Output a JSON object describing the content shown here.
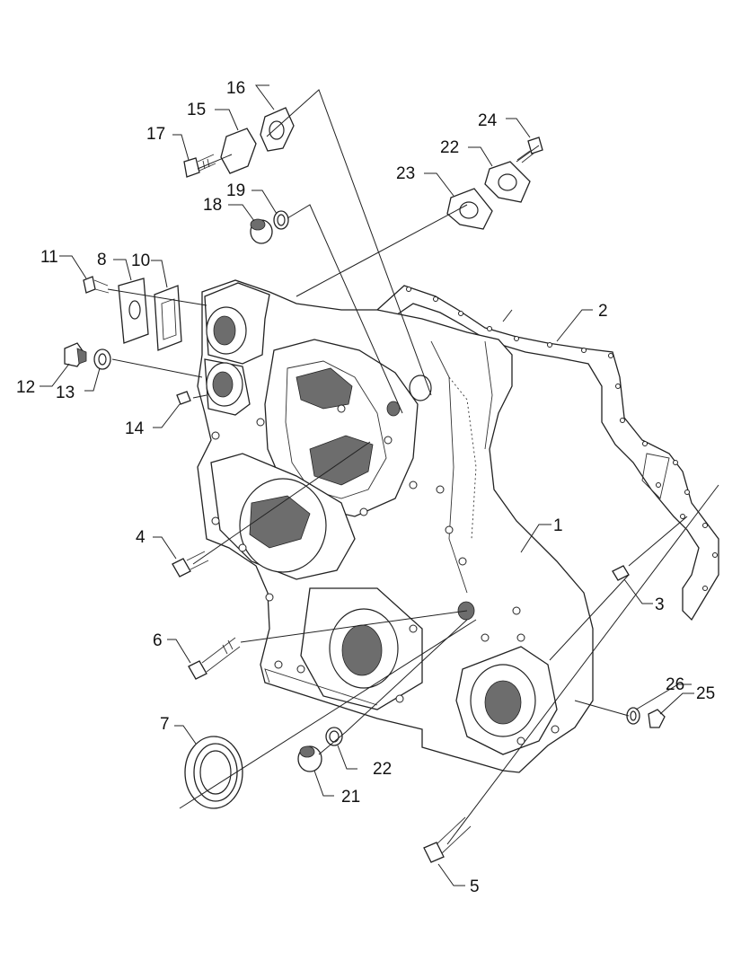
{
  "callouts": [
    {
      "id": "c1",
      "text": "1"
    },
    {
      "id": "c2",
      "text": "2"
    },
    {
      "id": "c3",
      "text": "3"
    },
    {
      "id": "c4",
      "text": "4"
    },
    {
      "id": "c5",
      "text": "5"
    },
    {
      "id": "c6",
      "text": "6"
    },
    {
      "id": "c7",
      "text": "7"
    },
    {
      "id": "c8",
      "text": "8"
    },
    {
      "id": "c10",
      "text": "10"
    },
    {
      "id": "c11",
      "text": "11"
    },
    {
      "id": "c12",
      "text": "12"
    },
    {
      "id": "c13",
      "text": "13"
    },
    {
      "id": "c14",
      "text": "14"
    },
    {
      "id": "c15",
      "text": "15"
    },
    {
      "id": "c16",
      "text": "16"
    },
    {
      "id": "c17",
      "text": "17"
    },
    {
      "id": "c18",
      "text": "18"
    },
    {
      "id": "c19",
      "text": "19"
    },
    {
      "id": "c21",
      "text": "21"
    },
    {
      "id": "c22a",
      "text": "22"
    },
    {
      "id": "c22b",
      "text": "22"
    },
    {
      "id": "c23",
      "text": "23"
    },
    {
      "id": "c24",
      "text": "24"
    },
    {
      "id": "c25",
      "text": "25"
    },
    {
      "id": "c26",
      "text": "26"
    }
  ]
}
